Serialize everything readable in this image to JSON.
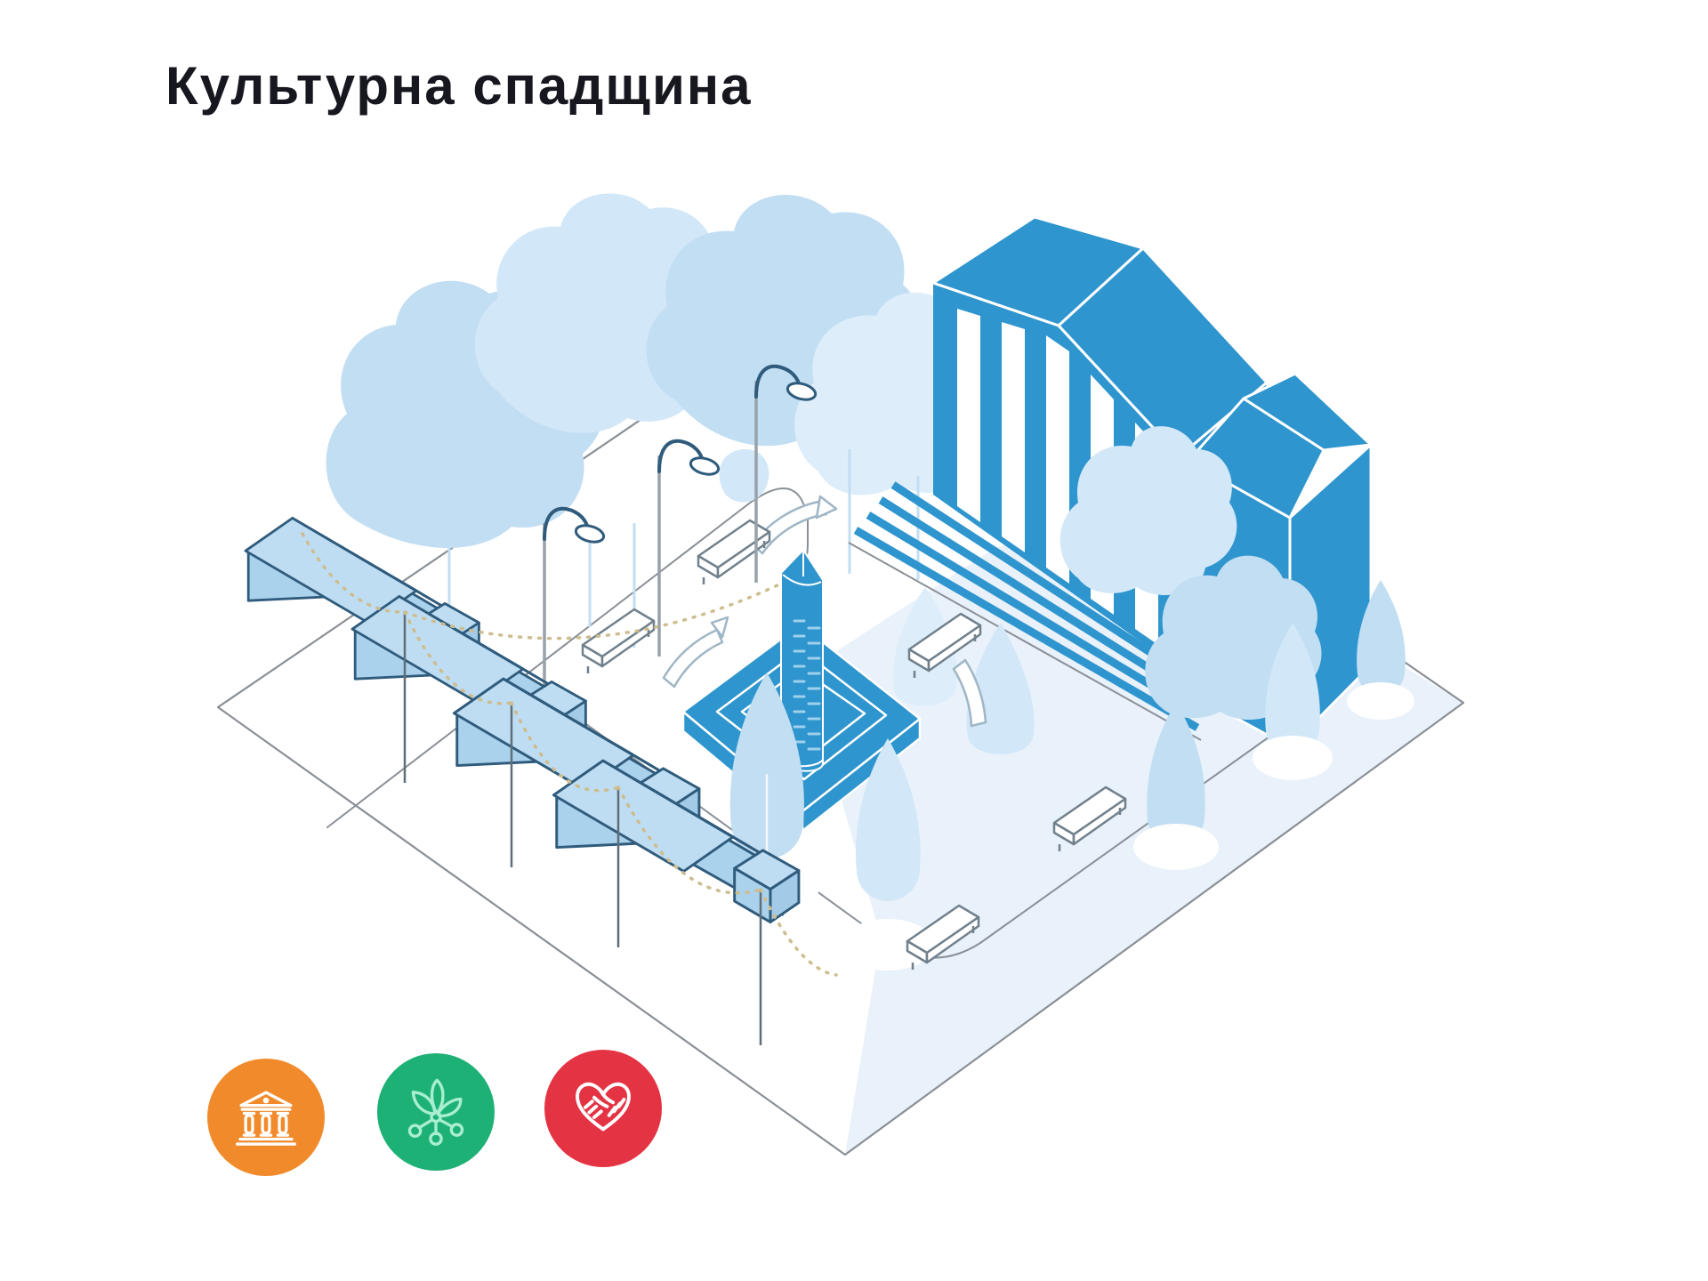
{
  "title": "Культурна спадщина",
  "colors": {
    "background": "#FFFFFF",
    "title_text": "#17171F",
    "primary_blue": "#2E95CE",
    "house_fill": "#ABD2EC",
    "house_roof_left": "#BEDDF3",
    "house_roof_right": "#A3CBE8",
    "house_outline": "#2F5B7C",
    "tree_blue": "#C2DEF3",
    "tree_light": "#D2E7F8",
    "tree_lighter": "#DDEDFA",
    "plaza_tint": "#E9F1FA",
    "line_gray": "#8A9096",
    "bench_outline": "#70808C",
    "lamp_pole": "#98A2AA",
    "lamp_arm": "#2F5B7C",
    "garland": "#CDBD8F",
    "post_gray": "#5F6E79",
    "arrow_outline": "#9FB6C6",
    "column_detail": "#9FD0EC",
    "icon_orange": "#F18A2A",
    "icon_green": "#1EB176",
    "icon_red": "#E43444",
    "icon_green_glyph": "#A9EED0",
    "icon_glyph_white": "#FFFFFF"
  },
  "scene": {
    "name": "cultural-heritage-town-square",
    "building": "classical museum with colonnade and annex",
    "monument": "memorial column on stepped pedestal",
    "houses_count": 4,
    "street_lamps_count": 3,
    "benches_count": 5,
    "trees": "stylized light-blue tree clusters",
    "garland": "dashed festive garland strung between posts"
  },
  "legend": {
    "items": [
      {
        "id": "architecture",
        "icon": "classical-building-icon",
        "color_key": "icon_orange"
      },
      {
        "id": "nature",
        "icon": "plant-leaves-icon",
        "color_key": "icon_green"
      },
      {
        "id": "community",
        "icon": "handshake-heart-icon",
        "color_key": "icon_red"
      }
    ]
  }
}
